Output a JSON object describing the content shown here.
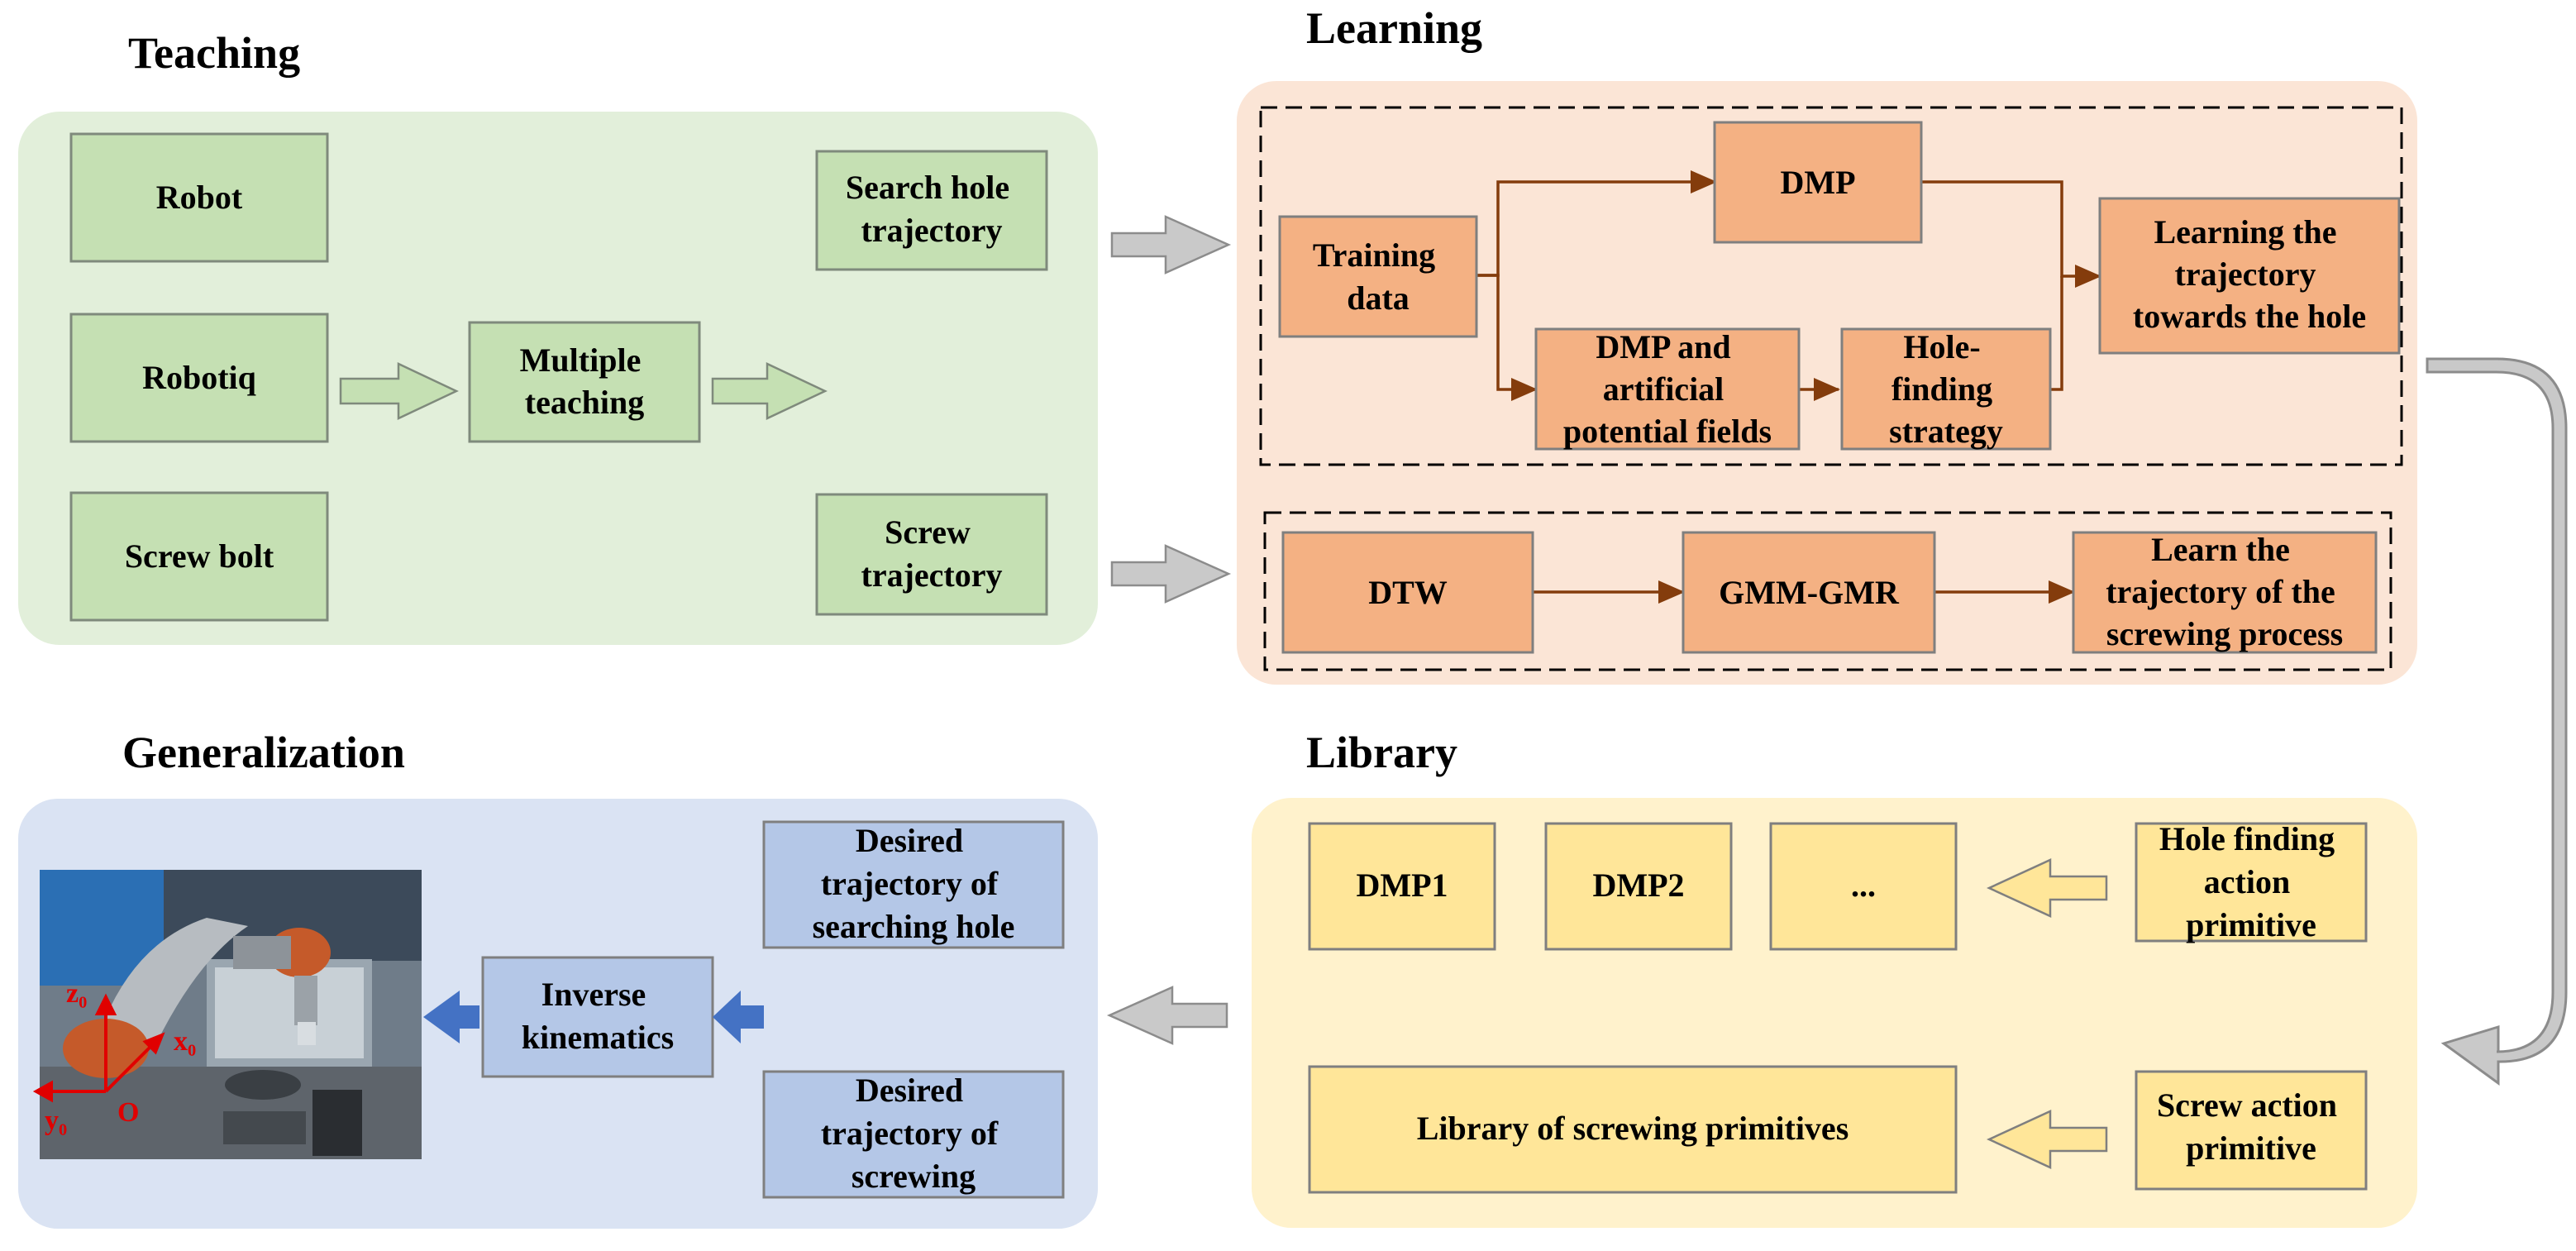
{
  "sections": {
    "teaching": "Teaching",
    "learning": "Learning",
    "library": "Library",
    "generalization": "Generalization"
  },
  "teaching": {
    "robot": "Robot",
    "robotiq": "Robotiq",
    "screw_bolt": "Screw bolt",
    "multiple_teaching": [
      "Multiple",
      "teaching"
    ],
    "search_hole_trajectory": [
      "Search hole",
      "trajectory"
    ],
    "screw_trajectory": [
      "Screw",
      "trajectory"
    ]
  },
  "learning": {
    "training_data": [
      "Training",
      "data"
    ],
    "dmp": "DMP",
    "dmp_apf": [
      "DMP and",
      "artificial",
      "potential fields"
    ],
    "hole_finding_strategy": [
      "Hole-",
      "finding",
      "strategy"
    ],
    "learning_trajectory_hole": [
      "Learning the",
      "trajectory",
      "towards the hole"
    ],
    "dtw": "DTW",
    "gmm_gmr": "GMM-GMR",
    "learn_screwing": [
      "Learn the",
      "trajectory of the",
      "screwing process"
    ]
  },
  "library": {
    "dmp1": "DMP1",
    "dmp2": "DMP2",
    "ellipsis": "...",
    "hole_finding_action_primitive": [
      "Hole finding",
      "action",
      "primitive"
    ],
    "library_of_screwing_primitives": "Library of screwing primitives",
    "screw_action_primitive": [
      "Screw action",
      "primitive"
    ]
  },
  "generalization": {
    "desired_searching_hole": [
      "Desired",
      "trajectory of",
      "searching hole"
    ],
    "desired_screwing": [
      "Desired",
      "trajectory of",
      "screwing"
    ],
    "inverse_kinematics": [
      "Inverse",
      "kinematics"
    ],
    "photo_axes": {
      "z": "z₀",
      "x": "x₀",
      "y": "y₀",
      "origin": "O"
    }
  },
  "colors": {
    "teaching_bg": "#e2efda",
    "teaching_box": "#c5e0b3",
    "learning_bg": "#fbe5d6",
    "learning_box": "#f4b183",
    "library_bg": "#fff2cc",
    "library_box": "#ffe699",
    "generalization_bg": "#dae3f3",
    "generalization_box": "#b4c7e7",
    "learning_arrow": "#843c0c",
    "gray_arrow": "#c9c9c9",
    "blue_arrow": "#4472c4",
    "axis_red": "#e00000"
  }
}
